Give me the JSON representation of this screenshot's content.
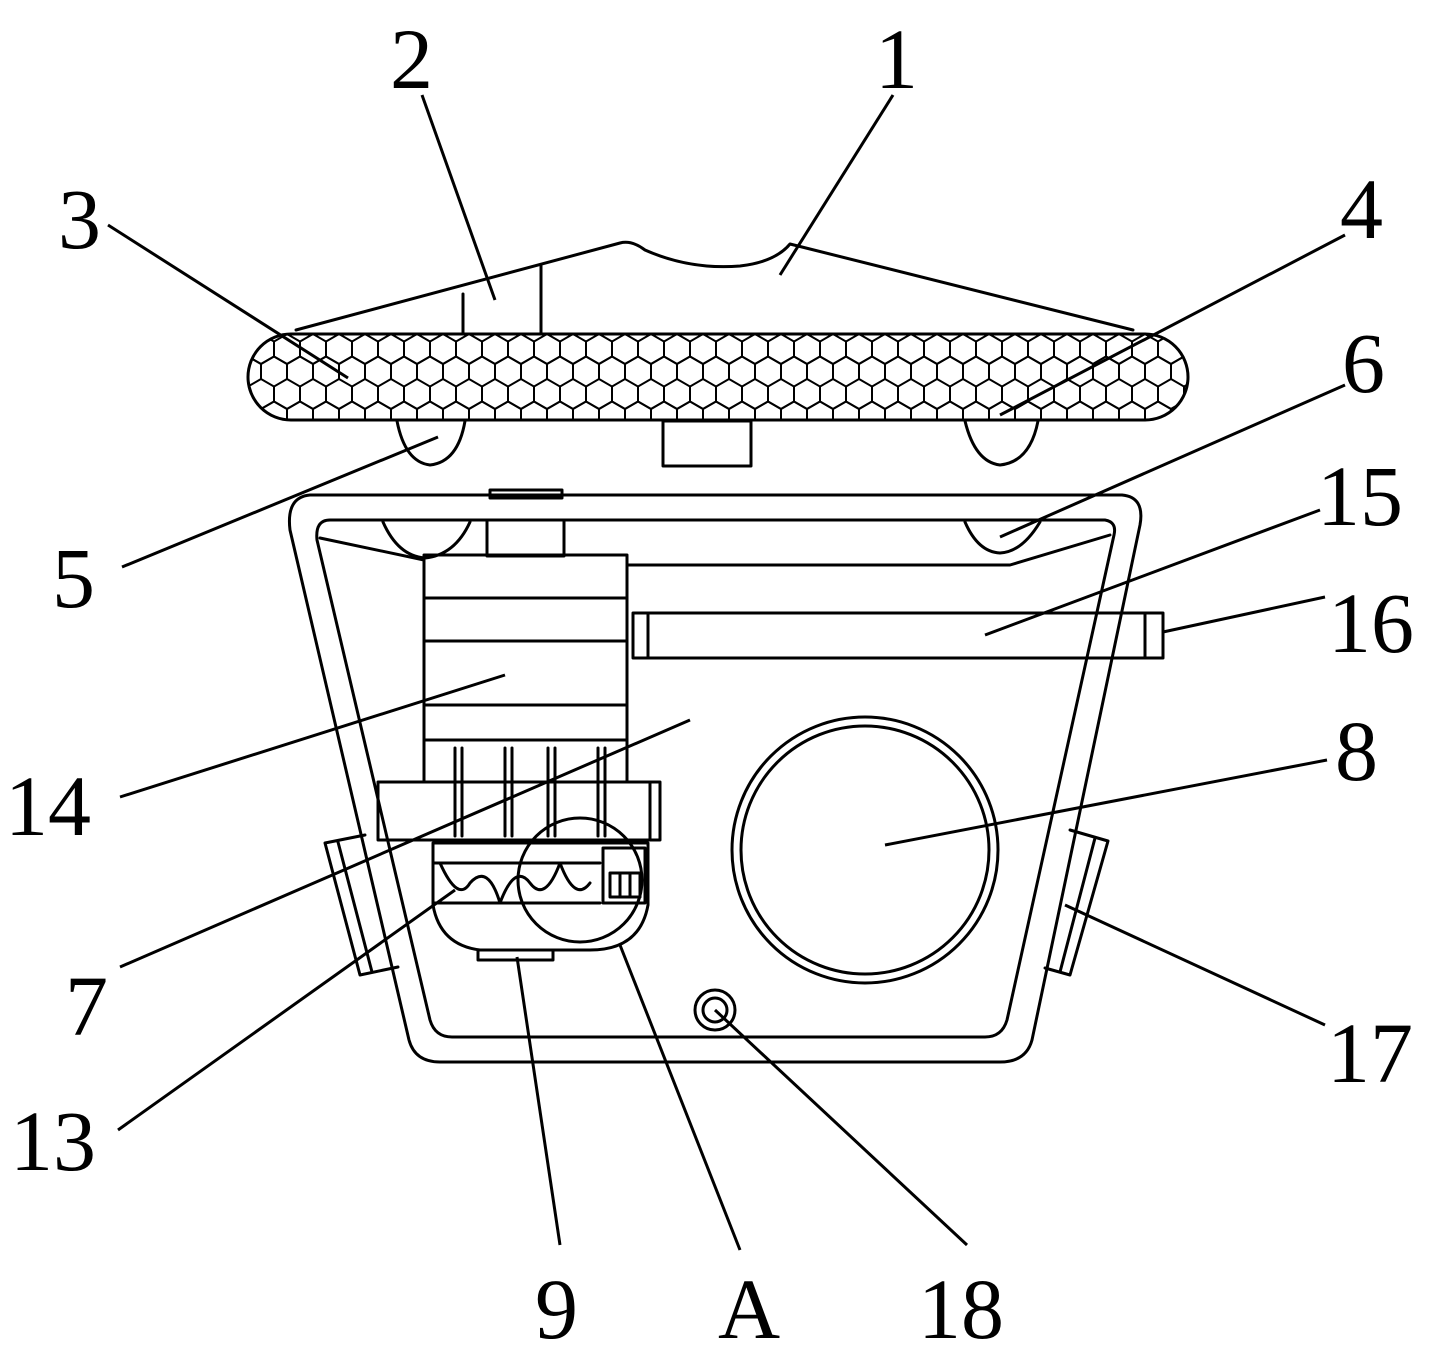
{
  "figure": {
    "labels": {
      "l1": "1",
      "l2": "2",
      "l3": "3",
      "l4": "4",
      "l5": "5",
      "l6": "6",
      "l7": "7",
      "l8": "8",
      "l9": "9",
      "l13": "13",
      "l14": "14",
      "l15": "15",
      "l16": "16",
      "l17": "17",
      "l18": "18",
      "lA": "A"
    }
  }
}
